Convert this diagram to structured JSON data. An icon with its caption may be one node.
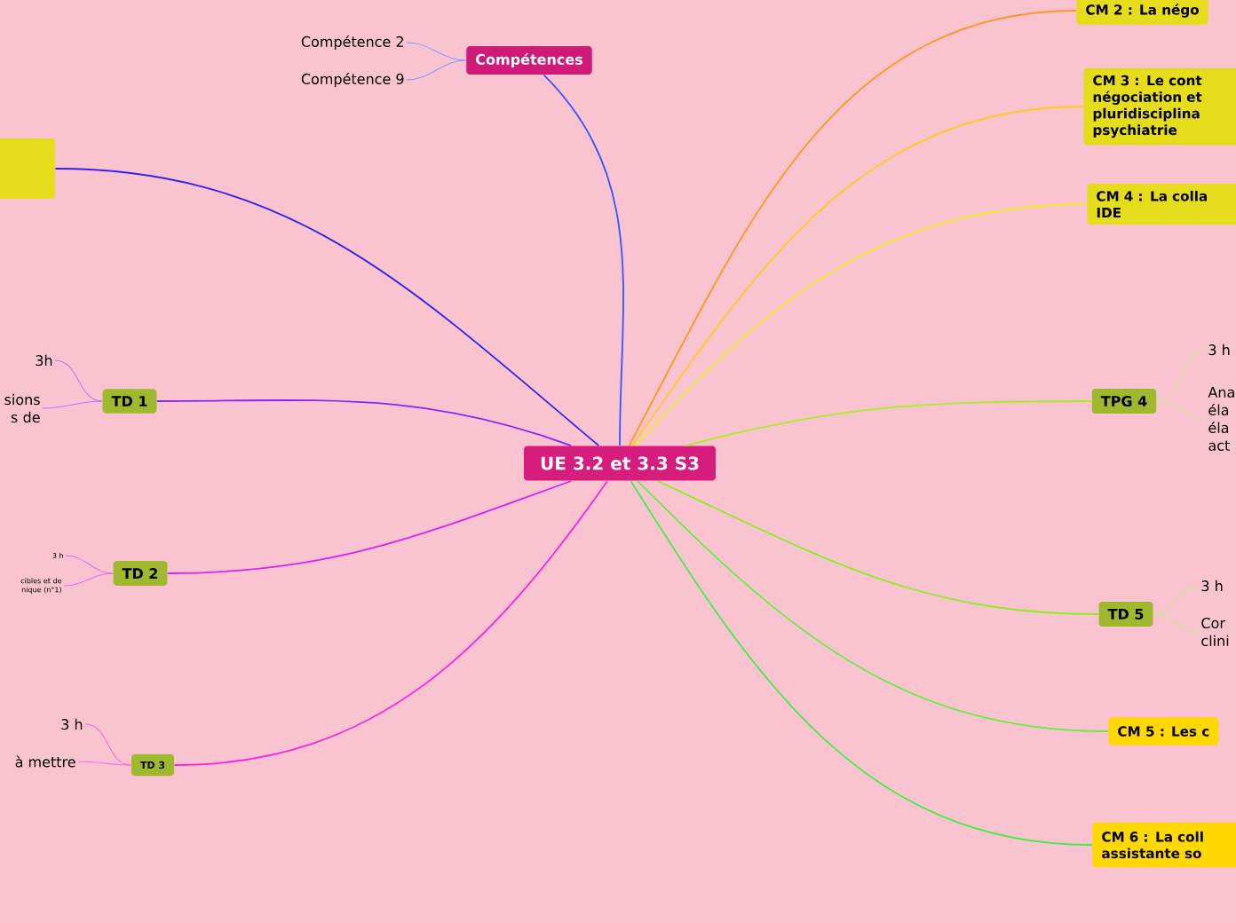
{
  "diagram": {
    "nodes": [
      {
        "text": [
          "UE 3.2 et 3.3 S3"
        ]
      },
      {
        "text": [
          "Compétences"
        ]
      },
      {
        "text": [
          "Compétence 2"
        ]
      },
      {
        "text": [
          "Compétence 9"
        ]
      },
      {
        "text": [],
        "shape": "box"
      },
      {
        "text": [
          "TD 1"
        ]
      },
      {
        "text": [
          "3h"
        ]
      },
      {
        "text": [
          "sions s de"
        ]
      },
      {
        "text": [
          "TD 2"
        ]
      },
      {
        "text": [
          "3 h"
        ]
      },
      {
        "text": [
          "cibles et de nique (n°1)"
        ]
      },
      {
        "text": [
          "TD 3"
        ]
      },
      {
        "text": [
          "3 h"
        ]
      },
      {
        "text": [
          "à mettre"
        ]
      },
      {
        "text": [
          "CM 2 : La négo"
        ]
      },
      {
        "text": [
          "CM 3 : Le cont négociation et pluridisciplina psychiatrie"
        ]
      },
      {
        "text": [
          "CM 4 : La colla IDE"
        ]
      },
      {
        "text": [
          "TPG 4"
        ]
      },
      {
        "text": [
          "3 h"
        ]
      },
      {
        "text": [
          "Ana éla éla act"
        ]
      },
      {
        "text": [
          "TD 5"
        ]
      },
      {
        "text": [
          "3 h"
        ]
      },
      {
        "text": [
          "Cor clini"
        ]
      },
      {
        "text": [
          "CM 5 : Les c"
        ]
      },
      {
        "text": [
          "CM 6 : La coll assistante so"
        ]
      }
    ],
    "edges": [
      {
        "from": 0,
        "to": 1,
        "arrow": "none",
        "color": "#3355ff"
      },
      {
        "from": 1,
        "to": 2,
        "arrow": "none",
        "color": "#8899ff"
      },
      {
        "from": 1,
        "to": 3,
        "arrow": "none",
        "color": "#8899ff"
      },
      {
        "from": 0,
        "to": 4,
        "arrow": "none",
        "color": "#3322ee"
      },
      {
        "from": 0,
        "to": 5,
        "arrow": "none",
        "color": "#8822ff"
      },
      {
        "from": 5,
        "to": 6,
        "arrow": "none",
        "color": "#bb77ff"
      },
      {
        "from": 5,
        "to": 7,
        "arrow": "none",
        "color": "#bb77ff"
      },
      {
        "from": 0,
        "to": 8,
        "arrow": "none",
        "color": "#dd22ee"
      },
      {
        "from": 8,
        "to": 9,
        "arrow": "none",
        "color": "#ee66f2"
      },
      {
        "from": 8,
        "to": 10,
        "arrow": "none",
        "color": "#ee66f2"
      },
      {
        "from": 0,
        "to": 11,
        "arrow": "none",
        "color": "#ff22dd"
      },
      {
        "from": 11,
        "to": 12,
        "arrow": "none",
        "color": "#ff66e6"
      },
      {
        "from": 11,
        "to": 13,
        "arrow": "none",
        "color": "#ff66e6"
      },
      {
        "from": 0,
        "to": 14,
        "arrow": "none",
        "color": "#ff9922"
      },
      {
        "from": 0,
        "to": 15,
        "arrow": "none",
        "color": "#ffcc22"
      },
      {
        "from": 0,
        "to": 16,
        "arrow": "none",
        "color": "#eeee22"
      },
      {
        "from": 0,
        "to": 17,
        "arrow": "none",
        "color": "#aaee22"
      },
      {
        "from": 17,
        "to": 18,
        "arrow": "none",
        "color": "#ccee88"
      },
      {
        "from": 17,
        "to": 19,
        "arrow": "none",
        "color": "#ccee88"
      },
      {
        "from": 0,
        "to": 20,
        "arrow": "none",
        "color": "#88ee22"
      },
      {
        "from": 20,
        "to": 21,
        "arrow": "none",
        "color": "#bbee88"
      },
      {
        "from": 20,
        "to": 22,
        "arrow": "none",
        "color": "#bbee88"
      },
      {
        "from": 0,
        "to": 23,
        "arrow": "none",
        "color": "#66ee44"
      },
      {
        "from": 0,
        "to": 24,
        "arrow": "none",
        "color": "#44ee44"
      }
    ]
  }
}
